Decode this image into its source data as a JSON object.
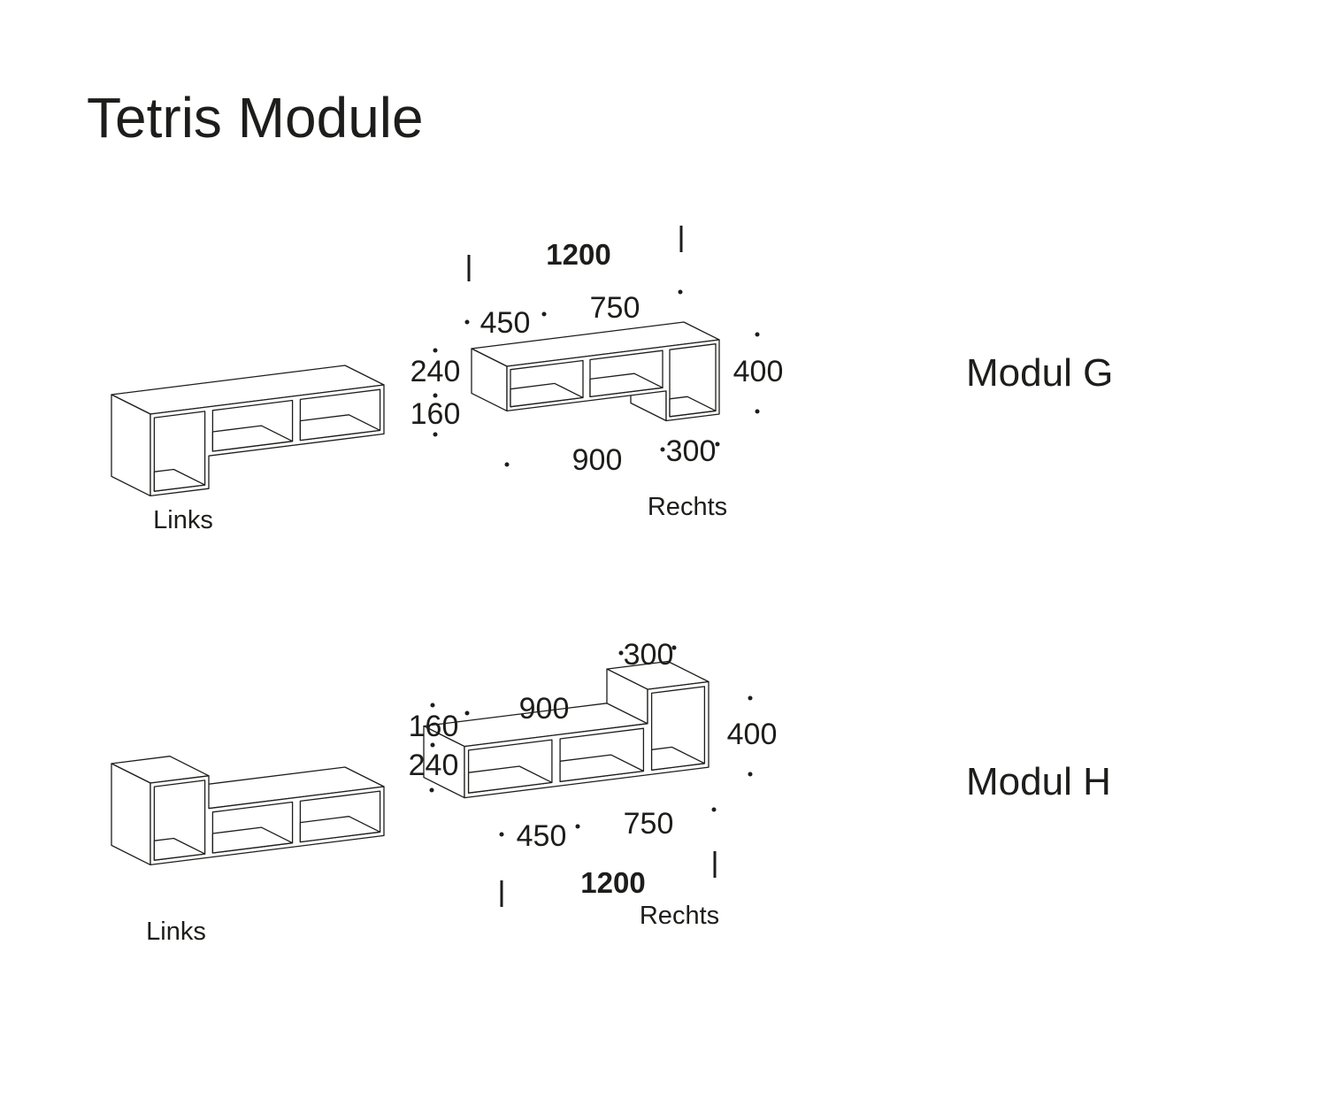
{
  "title": "Tetris Module",
  "colors": {
    "line": "#1d1d1b",
    "background": "#ffffff"
  },
  "modules": [
    {
      "label": "Modul G",
      "links": {
        "caption": "Links"
      },
      "rechts": {
        "caption": "Rechts",
        "dims": {
          "total_width": "1200",
          "segment_left": "450",
          "segment_right": "750",
          "shelf_height": "240",
          "clearance_height": "160",
          "total_height": "400",
          "long_span": "900",
          "short_span": "300"
        }
      }
    },
    {
      "label": "Modul H",
      "links": {
        "caption": "Links"
      },
      "rechts": {
        "caption": "Rechts",
        "dims": {
          "total_width": "1200",
          "segment_left": "450",
          "segment_right": "750",
          "shelf_height": "240",
          "clearance_height": "160",
          "total_height": "400",
          "long_span": "900",
          "short_span": "300"
        }
      }
    }
  ]
}
